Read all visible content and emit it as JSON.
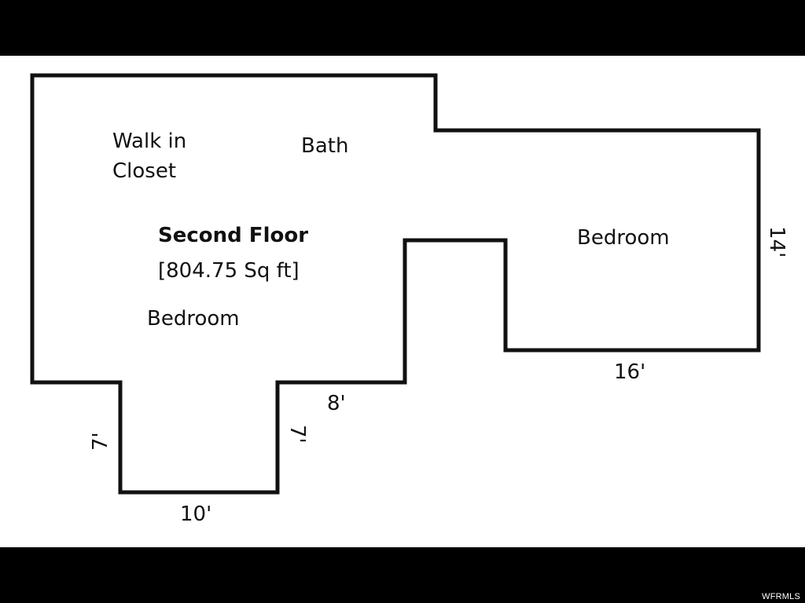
{
  "floor_plan": {
    "title": "Second Floor",
    "area": "[804.75 Sq ft]",
    "rooms": {
      "walk_in_closet_line1": "Walk in",
      "walk_in_closet_line2": "Closet",
      "bath": "Bath",
      "bedroom_left": "Bedroom",
      "bedroom_right": "Bedroom"
    },
    "dimensions": {
      "right_wall": "14'",
      "bottom_right": "16'",
      "step": "8'",
      "left_nook": "7'",
      "right_nook": "7'",
      "bottom_nook": "10'"
    }
  },
  "watermark": "WFRMLS",
  "colors": {
    "background": "#000000",
    "paper": "#ffffff",
    "wall": "#111111"
  }
}
